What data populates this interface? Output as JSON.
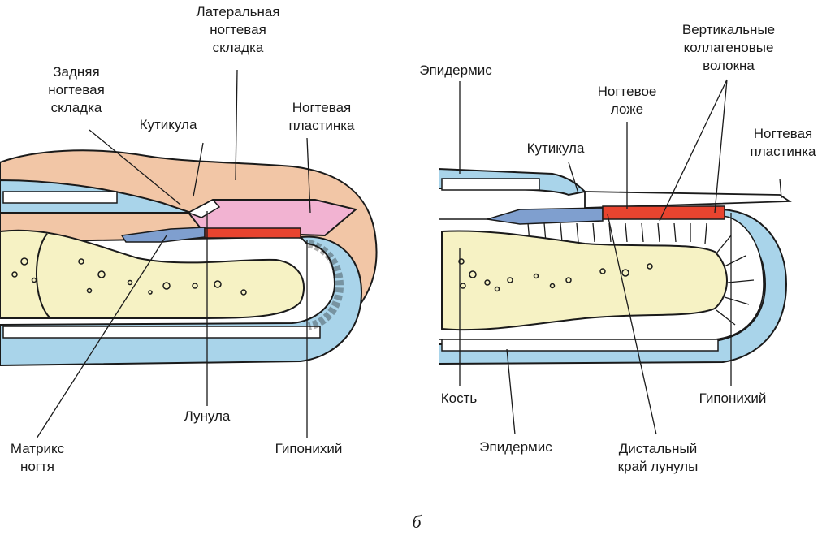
{
  "left_panel": {
    "labels": {
      "lateral_fold": "Латеральная\nногтевая\nскладка",
      "posterior_fold": "Задняя\nногтевая\nскладка",
      "cuticle": "Кутикула",
      "nail_plate": "Ногтевая\nпластинка",
      "lunula": "Лунула",
      "matrix": "Матрикс\nногтя",
      "hyponychium": "Гипонихий"
    }
  },
  "right_panel": {
    "labels": {
      "epidermis_top": "Эпидермис",
      "vertical_fibers": "Вертикальные\nколлагеновые\nволокна",
      "nail_bed": "Ногтевое\nложе",
      "cuticle": "Кутикула",
      "nail_plate": "Ногтевая\nпластинка",
      "bone": "Кость",
      "hyponychium": "Гипонихий",
      "epidermis_bottom": "Эпидермис",
      "lunula_distal_edge": "Дистальный\nкрай лунулы"
    }
  },
  "panel_letter": "б",
  "colors": {
    "skin": "#f2c6a6",
    "epidermis": "#a9d4ea",
    "bone": "#f6f2c4",
    "nail_plate": "#f2b3d2",
    "nail_bed": "#e8442f",
    "matrix": "#7f9fcf",
    "outline": "#1a1a1a"
  }
}
